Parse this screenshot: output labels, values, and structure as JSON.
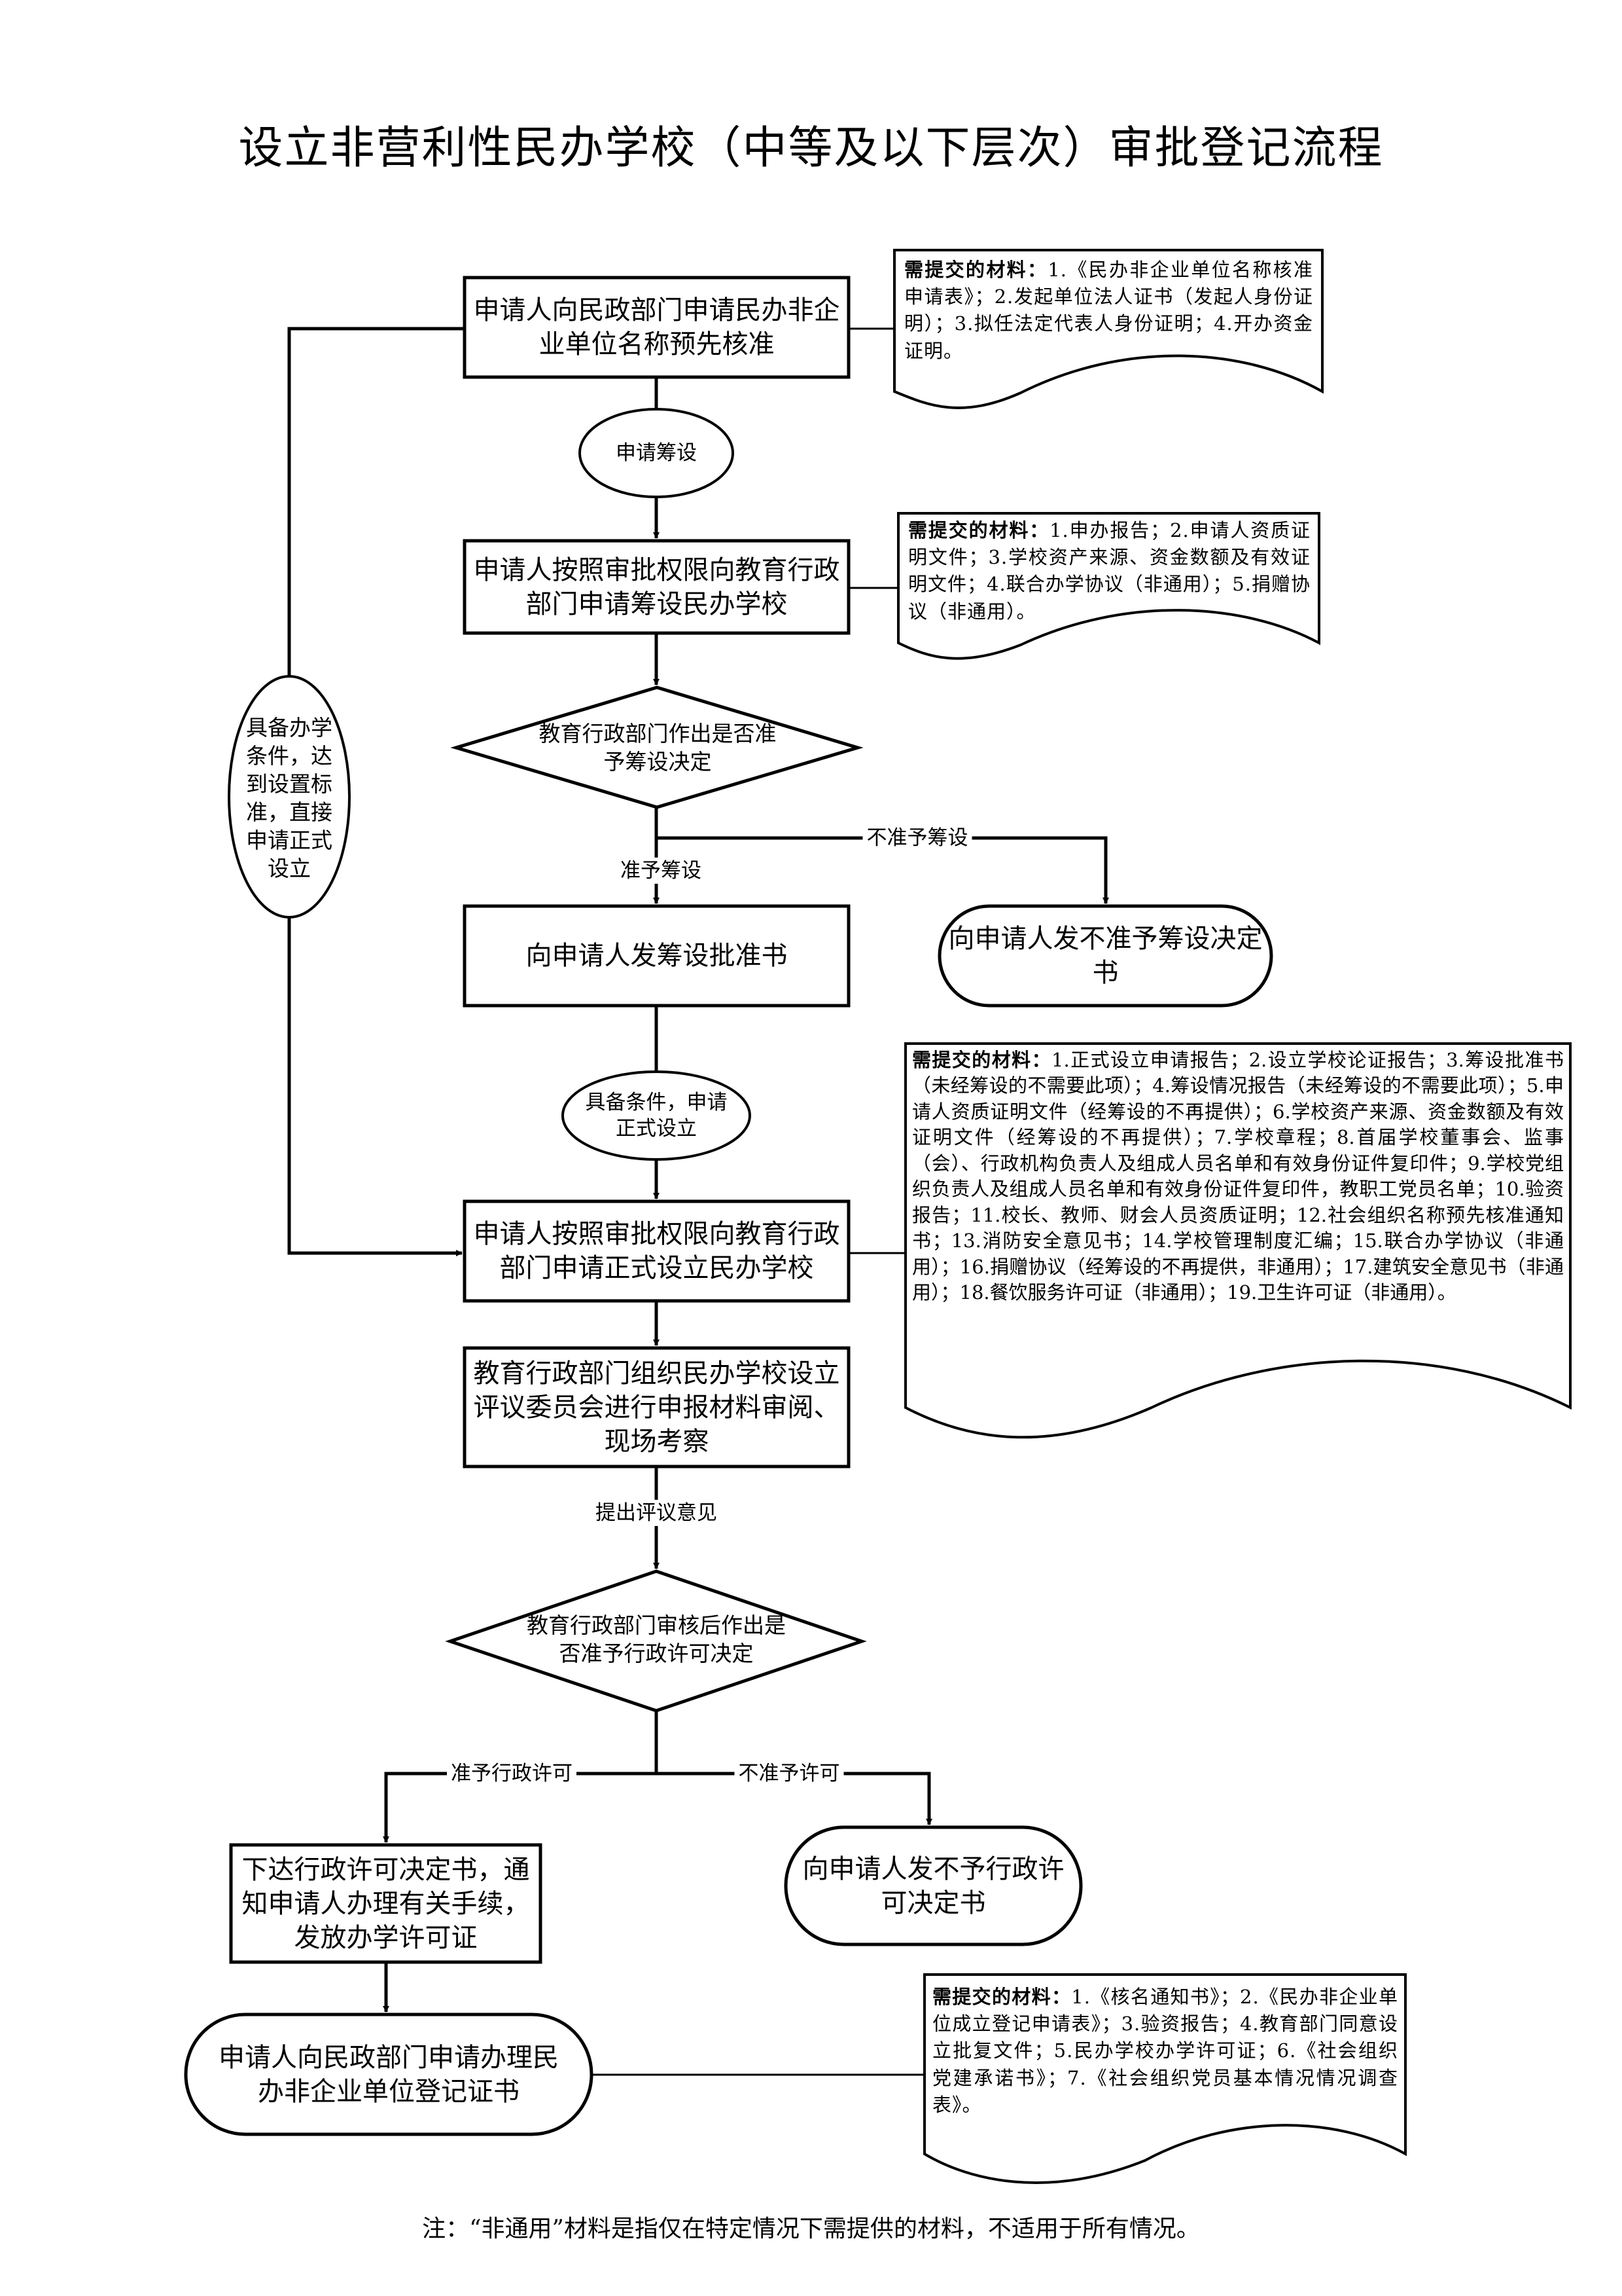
{
  "title": "设立非营利性民办学校（中等及以下层次）审批登记流程",
  "steps": {
    "s1": "申请人向民政部门申请民办非企业单位名称预先核准",
    "e1": "申请筹设",
    "s2": "申请人按照审批权限向教育行政部门申请筹设民办学校",
    "d1": "教育行政部门作出是否准予筹设决定",
    "no1_label": "不准予筹设",
    "yes1_label": "准予筹设",
    "s3": "向申请人发筹设批准书",
    "r1": "向申请人发不准予筹设决定书",
    "e2": "具备条件，申请正式设立",
    "side": "具备办学条件，达到设置标准，直接申请正式设立",
    "s4": "申请人按照审批权限向教育行政部门申请正式设立民办学校",
    "s5": "教育行政部门组织民办学校设立评议委员会进行申报材料审阅、现场考察",
    "opinion_label": "提出评议意见",
    "d2": "教育行政部门审核后作出是否准予行政许可决定",
    "yes2_label": "准予行政许可",
    "no2_label": "不准予许可",
    "s6": "下达行政许可决定书，通知申请人办理有关手续，发放办学许可证",
    "r2": "向申请人发不予行政许可决定书",
    "s7": "申请人向民政部门申请办理民办非企业单位登记证书"
  },
  "materials": {
    "heading": "需提交的材料：",
    "m1": "1.《民办非企业单位名称核准申请表》；2.发起单位法人证书（发起人身份证明）；3.拟任法定代表人身份证明；4.开办资金证明。",
    "m2": "1.申办报告；2.申请人资质证明文件；3.学校资产来源、资金数额及有效证明文件；4.联合办学协议（非通用）；5.捐赠协议（非通用）。",
    "m3": "1.正式设立申请报告；2.设立学校论证报告；3.筹设批准书（未经筹设的不需要此项）；4.筹设情况报告（未经筹设的不需要此项）；5.申请人资质证明文件（经筹设的不再提供）；6.学校资产来源、资金数额及有效证明文件（经筹设的不再提供）；7.学校章程；8.首届学校董事会、监事（会）、行政机构负责人及组成人员名单和有效身份证件复印件；9.学校党组织负责人及组成人员名单和有效身份证件复印件，教职工党员名单；10.验资报告；11.校长、教师、财会人员资质证明；12.社会组织名称预先核准通知书；13.消防安全意见书；14.学校管理制度汇编；15.联合办学协议（非通用）；16.捐赠协议（经筹设的不再提供，非通用）；17.建筑安全意见书（非通用）；18.餐饮服务许可证（非通用）；19.卫生许可证（非通用）。",
    "m4": "1.《核名通知书》；2.《民办非企业单位成立登记申请表》；3.验资报告；4.教育部门同意设立批复文件；5.民办学校办学许可证；6.《社会组织党建承诺书》；7.《社会组织党员基本情况情况调查表》。"
  },
  "note": "注：“非通用”材料是指仅在特定情况下需提供的材料，不适用于所有情况。"
}
